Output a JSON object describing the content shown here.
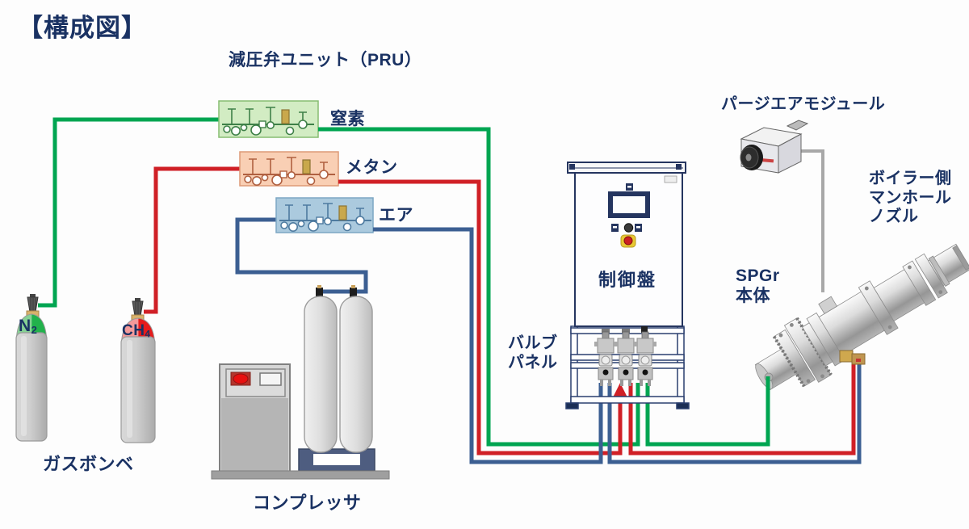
{
  "title": "【構成図】",
  "colors": {
    "nitrogen": "#00a551",
    "methane": "#d02026",
    "air": "#3c5f92",
    "purge_line": "#a8a8a8",
    "label_text": "#1a3263"
  },
  "pru": {
    "label": "減圧弁ユニット（PRU）",
    "units": [
      {
        "name": "nitrogen",
        "label": "窒素",
        "box_fill": "#d2ecc3",
        "box_stroke": "#86bd72",
        "pipe_color": "#3e8048"
      },
      {
        "name": "methane",
        "label": "メタン",
        "box_fill": "#f9cfb4",
        "box_stroke": "#dd9a77",
        "pipe_color": "#b06040"
      },
      {
        "name": "air",
        "label": "エア",
        "box_fill": "#abcade",
        "box_stroke": "#7ca7c4",
        "pipe_color": "#4e7ba0"
      }
    ]
  },
  "cylinders": {
    "label": "ガスボンベ",
    "items": [
      {
        "symbol": "N",
        "subscript": "2"
      },
      {
        "symbol": "CH",
        "subscript": "4"
      }
    ]
  },
  "compressor": {
    "label": "コンプレッサ"
  },
  "control_panel": {
    "label": "制御盤"
  },
  "valve_panel": {
    "lines": [
      "バルブ",
      "パネル"
    ]
  },
  "purge_module": {
    "label": "パージエアモジュール"
  },
  "spgr": {
    "lines": [
      "SPGr",
      "本体"
    ]
  },
  "boiler_nozzle": {
    "lines": [
      "ボイラー側",
      "マンホール",
      "ノズル"
    ]
  }
}
